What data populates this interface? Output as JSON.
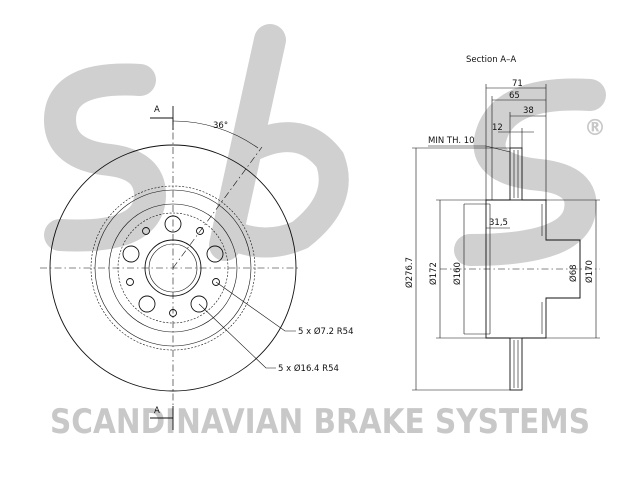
{
  "watermark": {
    "logo_text": "sbs",
    "registered": "®",
    "company": "SCANDINAVIAN BRAKE SYSTEMS",
    "color": "#c8c8c8"
  },
  "front_view": {
    "section_marker_top": "A",
    "section_marker_bottom": "A",
    "angle_label": "36°",
    "callout_bolt_holes": "5 x Ø7.2  R54",
    "callout_stud_holes": "5 x Ø16.4  R54"
  },
  "section_view": {
    "title": "Section A–A",
    "dims": {
      "d71": "71",
      "d65": "65",
      "d38": "38",
      "d12": "12",
      "min_th": "MIN TH. 10",
      "d31_5": "31,5",
      "d276_7": "Ø276.7",
      "d172": "Ø172",
      "d160": "Ø160",
      "d68": "Ø68",
      "d170": "Ø170"
    }
  }
}
